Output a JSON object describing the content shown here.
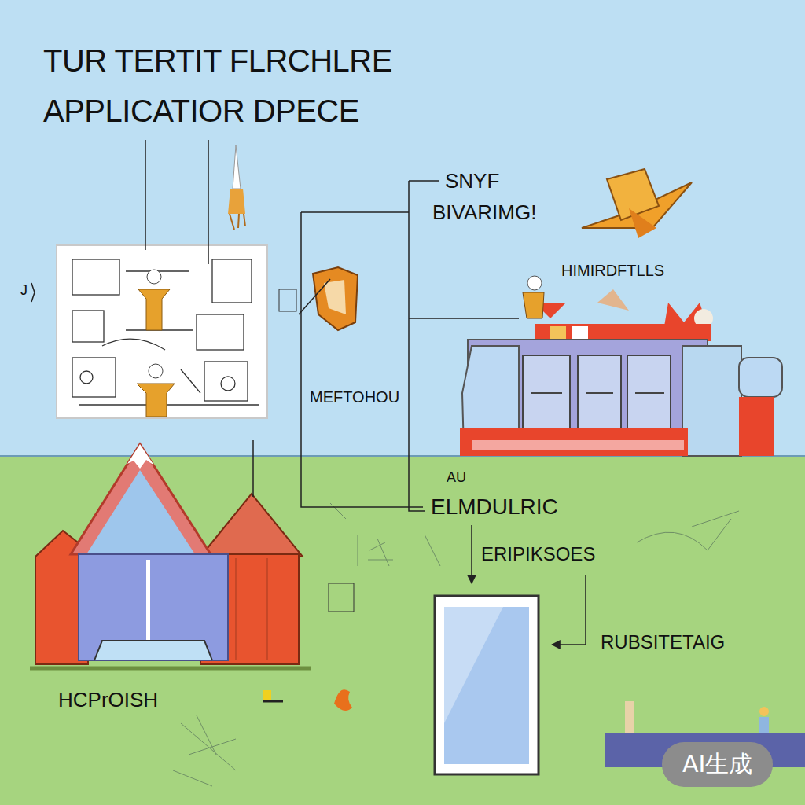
{
  "diagram": {
    "title": "TUR TERTIT FLRCHLRE APPLICATIOR DPECE",
    "labels": [
      "J",
      "SNYF",
      "BIVARIMG!",
      "HIMIRDFTLLS",
      "MEFTOHOU",
      "AU",
      "ELMDULRIC",
      "ERIPIKSOES",
      "RUBSITETAIG",
      "HCPrOISH",
      "AI生成"
    ]
  }
}
